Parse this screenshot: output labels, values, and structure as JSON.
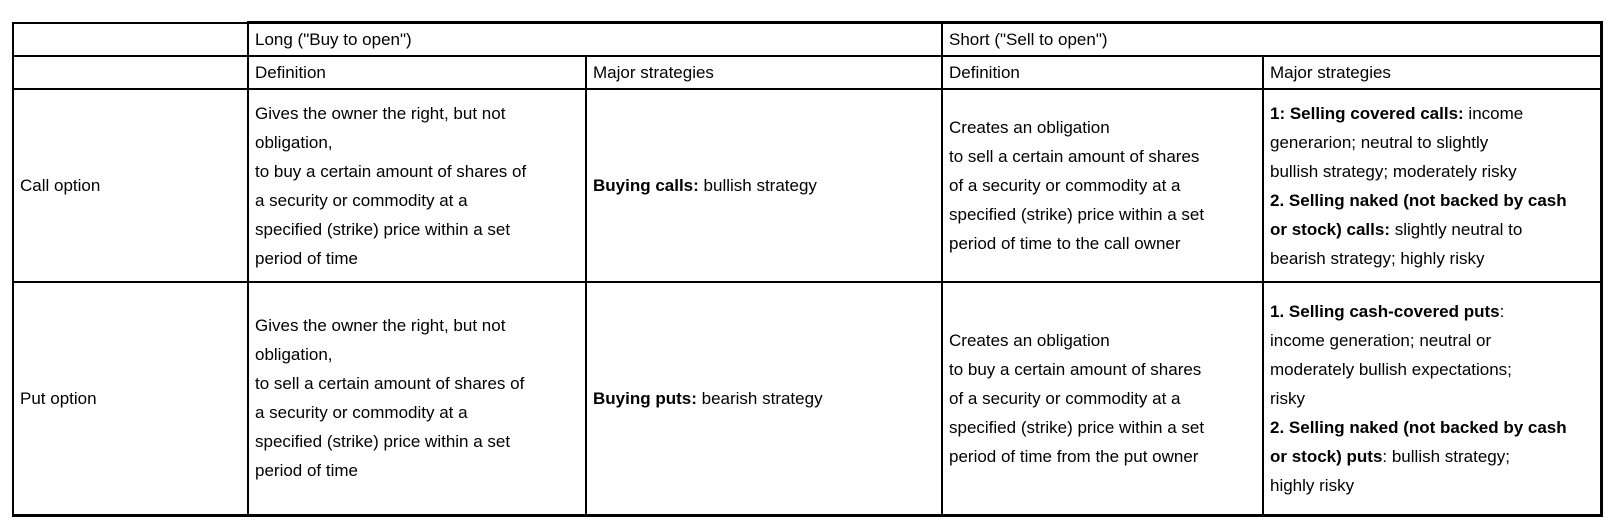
{
  "table": {
    "headers": {
      "long": "Long (\"Buy to open\")",
      "short": "Short (\"Sell to open\")",
      "sub": [
        "Definition",
        "Major strategies",
        "Definition",
        "Major strategies"
      ]
    },
    "rows": [
      {
        "label": "Call option",
        "long_definition": "Gives the owner the right, but not\nobligation,\nto buy a certain amount of shares of\na security or commodity at a\nspecified (strike) price within a set\nperiod of time",
        "long_strategies": [
          {
            "b": true,
            "t": "Buying calls:"
          },
          {
            "t": " bullish strategy"
          }
        ],
        "short_definition": "Creates an obligation\nto sell a certain amount of shares\nof a security or commodity at a\nspecified (strike) price within a set\nperiod of time to the call owner",
        "short_strategies": [
          {
            "b": true,
            "t": "1: Selling covered calls:"
          },
          {
            "t": " income\ngenerarion; neutral to slightly\nbullish strategy; moderately risky\n"
          },
          {
            "b": true,
            "t": "2. Selling naked (not backed by cash\nor stock) calls:"
          },
          {
            "t": " slightly neutral to\nbearish strategy; highly risky"
          }
        ]
      },
      {
        "label": "Put option",
        "long_definition": "Gives the owner the right, but not\nobligation,\nto sell a certain amount of shares of\na security or commodity at a\nspecified (strike) price within a set\nperiod of time",
        "long_strategies": [
          {
            "b": true,
            "t": "Buying puts:"
          },
          {
            "t": " bearish strategy"
          }
        ],
        "short_definition": "Creates an obligation\nto buy a certain amount of shares\nof a security or commodity at a\nspecified (strike) price within a set\nperiod of time from the put owner",
        "short_strategies": [
          {
            "b": true,
            "t": "1. Selling cash-covered puts"
          },
          {
            "t": ":\nincome generation; neutral or\nmoderately bullish expectations;\nrisky\n"
          },
          {
            "b": true,
            "t": "2. Selling naked (not backed by cash\nor stock) puts"
          },
          {
            "t": ": bullish strategy;\nhighly risky"
          }
        ]
      }
    ]
  }
}
